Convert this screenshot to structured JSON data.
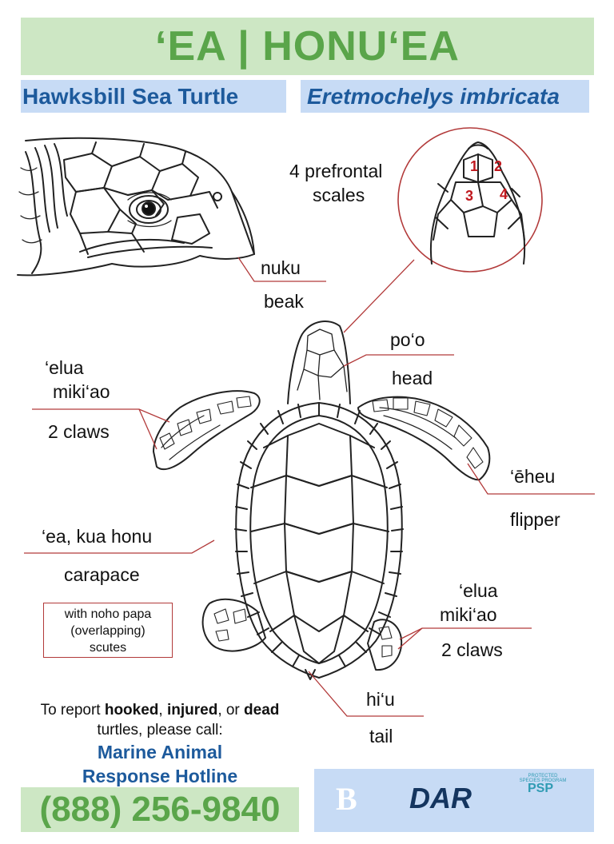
{
  "header": {
    "title": "‘EA | HONU‘EA",
    "common_name": "Hawksbill Sea Turtle",
    "scientific_name": "Eretmochelys imbricata"
  },
  "labels": {
    "prefrontal_line1": "4 prefrontal",
    "prefrontal_line2": "scales",
    "scale_1": "1",
    "scale_2": "2",
    "scale_3": "3",
    "scale_4": "4",
    "beak_haw": "nuku",
    "beak_en": "beak",
    "head_haw": "po‘o",
    "head_en": "head",
    "front_claw_haw_1": "‘elua",
    "front_claw_haw_2": "miki‘ao",
    "front_claw_en": "2 claws",
    "flipper_haw": "‘ēheu",
    "flipper_en": "flipper",
    "carapace_haw": "‘ea, kua honu",
    "carapace_en": "carapace",
    "rear_claw_haw_1": "‘elua",
    "rear_claw_haw_2": "miki‘ao",
    "rear_claw_en": "2 claws",
    "tail_haw": "hi‘u",
    "tail_en": "tail"
  },
  "note": {
    "line1": "with noho papa",
    "line2": "(overlapping)",
    "line3": "scutes"
  },
  "report": {
    "prefix": "To report ",
    "w1": "hooked",
    "sep1": ", ",
    "w2": "injured",
    "sep2": ", or ",
    "w3": "dead",
    "line2": "turtles, please call:",
    "hotline_line1": "Marine Animal",
    "hotline_line2": "Response Hotline",
    "phone": "(888) 256-9840"
  },
  "logos": {
    "logo_b_letter": "B",
    "dar_text": "DAR",
    "psp_text": "PSP",
    "psp_ring": "PROTECTED SPECIES PROGRAM"
  },
  "colors": {
    "title_green": "#5aa54a",
    "title_bg": "#cde7c4",
    "sub_blue": "#1d5a9c",
    "sub_bg": "#c7dbf5",
    "leader_red": "#b23a3a"
  }
}
